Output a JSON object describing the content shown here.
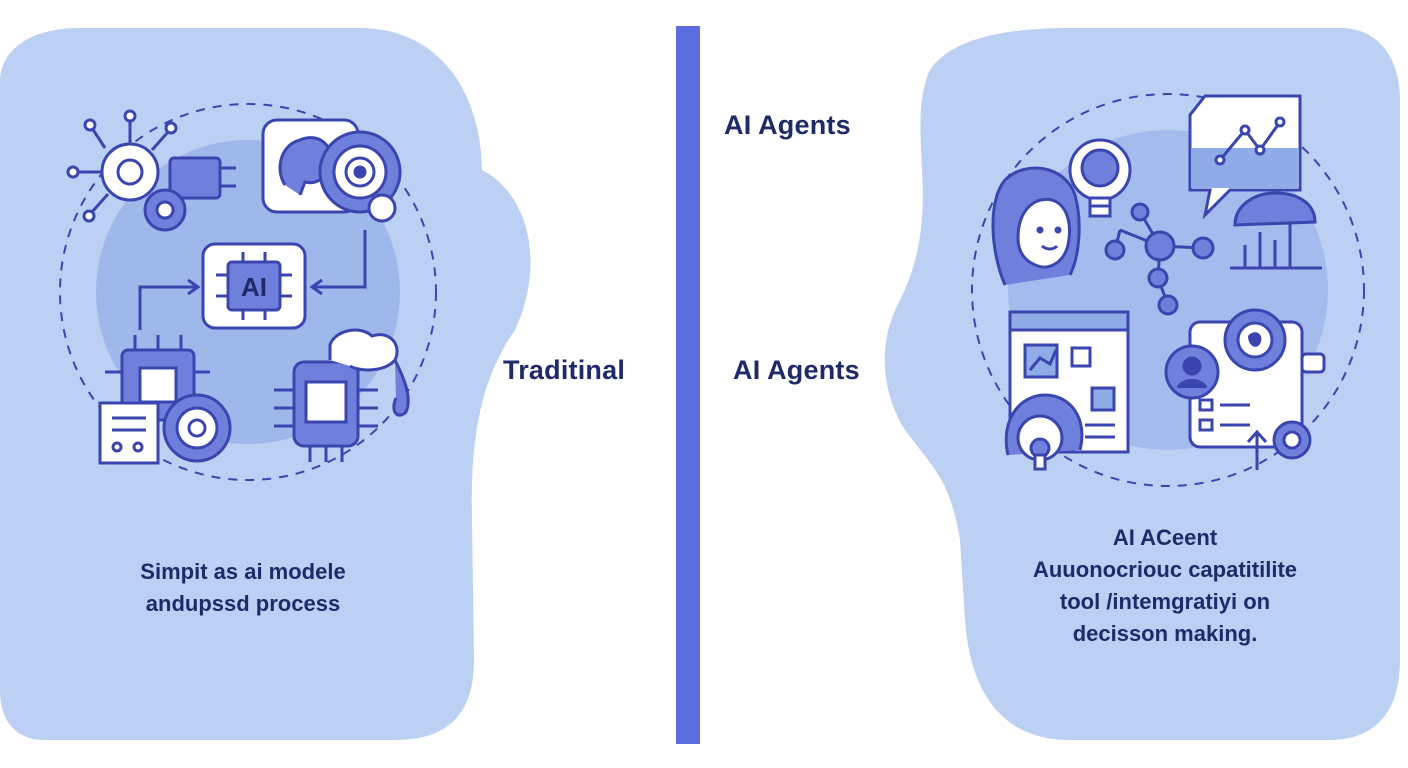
{
  "colors": {
    "blob": "#bcd0f4",
    "blob_inner": "#8fabe8",
    "stroke": "#3b45b0",
    "fill_light": "#ffffff",
    "fill_mid": "#6f7fdc",
    "divider": "#5b6be0",
    "text": "#1f2a6b"
  },
  "left_panel": {
    "chip_text": "AI",
    "caption": {
      "line1": "Simpit as ai modele",
      "line2": "andupssd process"
    },
    "icons": [
      "circuit-gear-icon",
      "brain-gear-icon",
      "ai-chip-icon",
      "server-rack-icon",
      "document-gear-icon",
      "robot-cloud-icon"
    ]
  },
  "center": {
    "traditional_label": "Traditinal",
    "agents_label_top": "AI Agents",
    "agents_label_mid": "AI Agents"
  },
  "right_panel": {
    "caption": {
      "line1": "AI ACeent",
      "line2": "Auuonocriouc capatitilite",
      "line3": "tool /intemgratiyi on",
      "line4": "decisson making."
    },
    "icons": [
      "person-icon",
      "lightbulb-icon",
      "network-icon",
      "chat-chart-icon",
      "bar-chart-icon",
      "calendar-checklist-icon",
      "person-headset-icon",
      "globe-user-icon",
      "document-gear-icon"
    ]
  }
}
